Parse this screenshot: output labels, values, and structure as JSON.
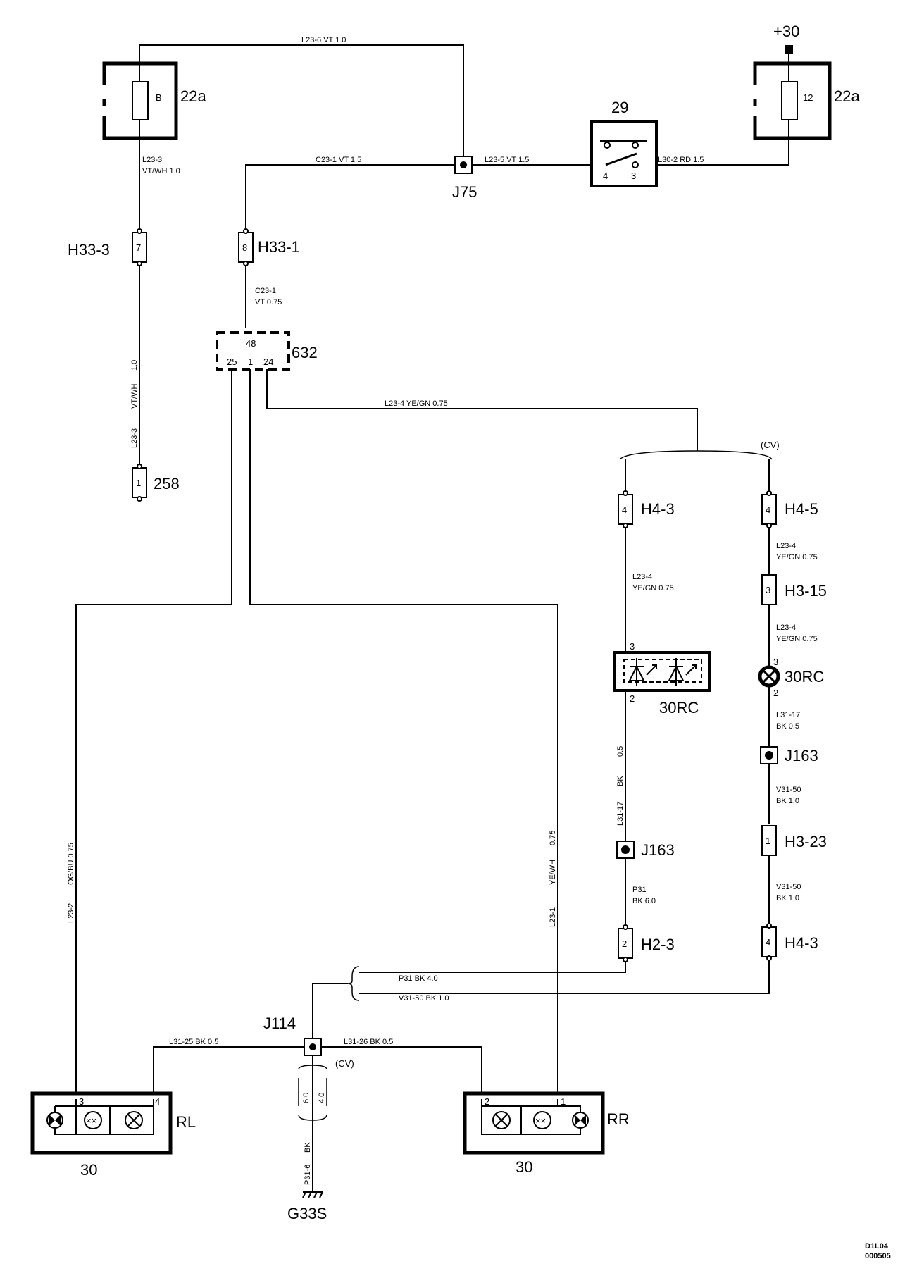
{
  "title": {
    "supply": "+30"
  },
  "components": {
    "fuse_left": {
      "id": "22a",
      "label": "B"
    },
    "fuse_right": {
      "id": "22a",
      "label": "12"
    },
    "switch": {
      "id": "29",
      "pin_a": "4",
      "pin_b": "3"
    },
    "j75": "J75",
    "h33_3": {
      "id": "H33-3",
      "pin": "7"
    },
    "h33_1": {
      "id": "H33-1",
      "pin": "8"
    },
    "c258": {
      "id": "258",
      "pin": "1"
    },
    "c632": {
      "id": "632",
      "pin_top": "48",
      "pin_a": "25",
      "pin_b": "1",
      "pin_c": "24"
    },
    "cv_top": "(CV)",
    "h4_3_upper": {
      "id": "H4-3",
      "pin": "4"
    },
    "h4_5": {
      "id": "H4-5",
      "pin": "4"
    },
    "h3_15": {
      "id": "H3-15",
      "pin": "3"
    },
    "led_30rc": {
      "id": "30RC",
      "pin_top": "3",
      "pin_bottom": "2"
    },
    "lamp_30rc": {
      "id": "30RC",
      "pin_top": "3",
      "pin_bottom": "2"
    },
    "j163_left": "J163",
    "j163_right": "J163",
    "h3_23": {
      "id": "H3-23",
      "pin": "1"
    },
    "h2_3": {
      "id": "H2-3",
      "pin": "2"
    },
    "h4_3_lower": {
      "id": "H4-3",
      "pin": "4"
    },
    "j114": "J114",
    "cv_bottom": "(CV)",
    "rl": {
      "id": "RL",
      "num": "30",
      "pin_a": "3",
      "pin_b": "4"
    },
    "rr": {
      "id": "RR",
      "num": "30",
      "pin_a": "2",
      "pin_b": "1"
    },
    "ground": "G33S"
  },
  "wires": {
    "l23_6": "L23-6    VT    1.0",
    "l23_3_a": "L23-3",
    "l23_3_b": "VT/WH    1.0",
    "c23_1_h": "C23-1    VT    1.5",
    "l23_5": "L23-5    VT    1.5",
    "l30_2": "L30-2    RD    1.5",
    "c23_1_v_a": "C23-1",
    "c23_1_v_b": "VT    0.75",
    "l23_3_v_a": "L23-3",
    "l23_3_v_b": "VT/WH",
    "l23_3_v_c": "1.0",
    "l23_4_h": "L23-4    YE/GN    0.75",
    "l23_4_left_a": "L23-4",
    "l23_4_left_b": "YE/GN    0.75",
    "l23_4_r1_a": "L23-4",
    "l23_4_r1_b": "YE/GN    0.75",
    "l23_4_r2_a": "L23-4",
    "l23_4_r2_b": "YE/GN    0.75",
    "l31_17_v_a": "L31-17",
    "l31_17_v_b": "BK",
    "l31_17_v_c": "0.5",
    "l31_17_r_a": "L31-17",
    "l31_17_r_b": "BK    0.5",
    "v31_50_a1": "V31-50",
    "v31_50_b1": "BK    1.0",
    "v31_50_a2": "V31-50",
    "v31_50_b2": "BK    1.0",
    "p31_a": "P31",
    "p31_b": "BK    6.0",
    "l23_2_a": "L23-2",
    "l23_2_b": "OG/BU    0.75",
    "l23_1_a": "L23-1",
    "l23_1_b": "YE/WH",
    "l23_1_c": "0.75",
    "p31_h": "P31    BK    4.0",
    "v31_50_h": "V31-50    BK    1.0",
    "l31_25": "L31-25    BK    0.5",
    "l31_26": "L31-26    BK    0.5",
    "gnd_a": "6.0",
    "gnd_b": "4.0",
    "p31_6_a": "P31-6",
    "p31_6_b": "BK"
  },
  "footer": {
    "code1": "D1L04",
    "code2": "000505"
  }
}
